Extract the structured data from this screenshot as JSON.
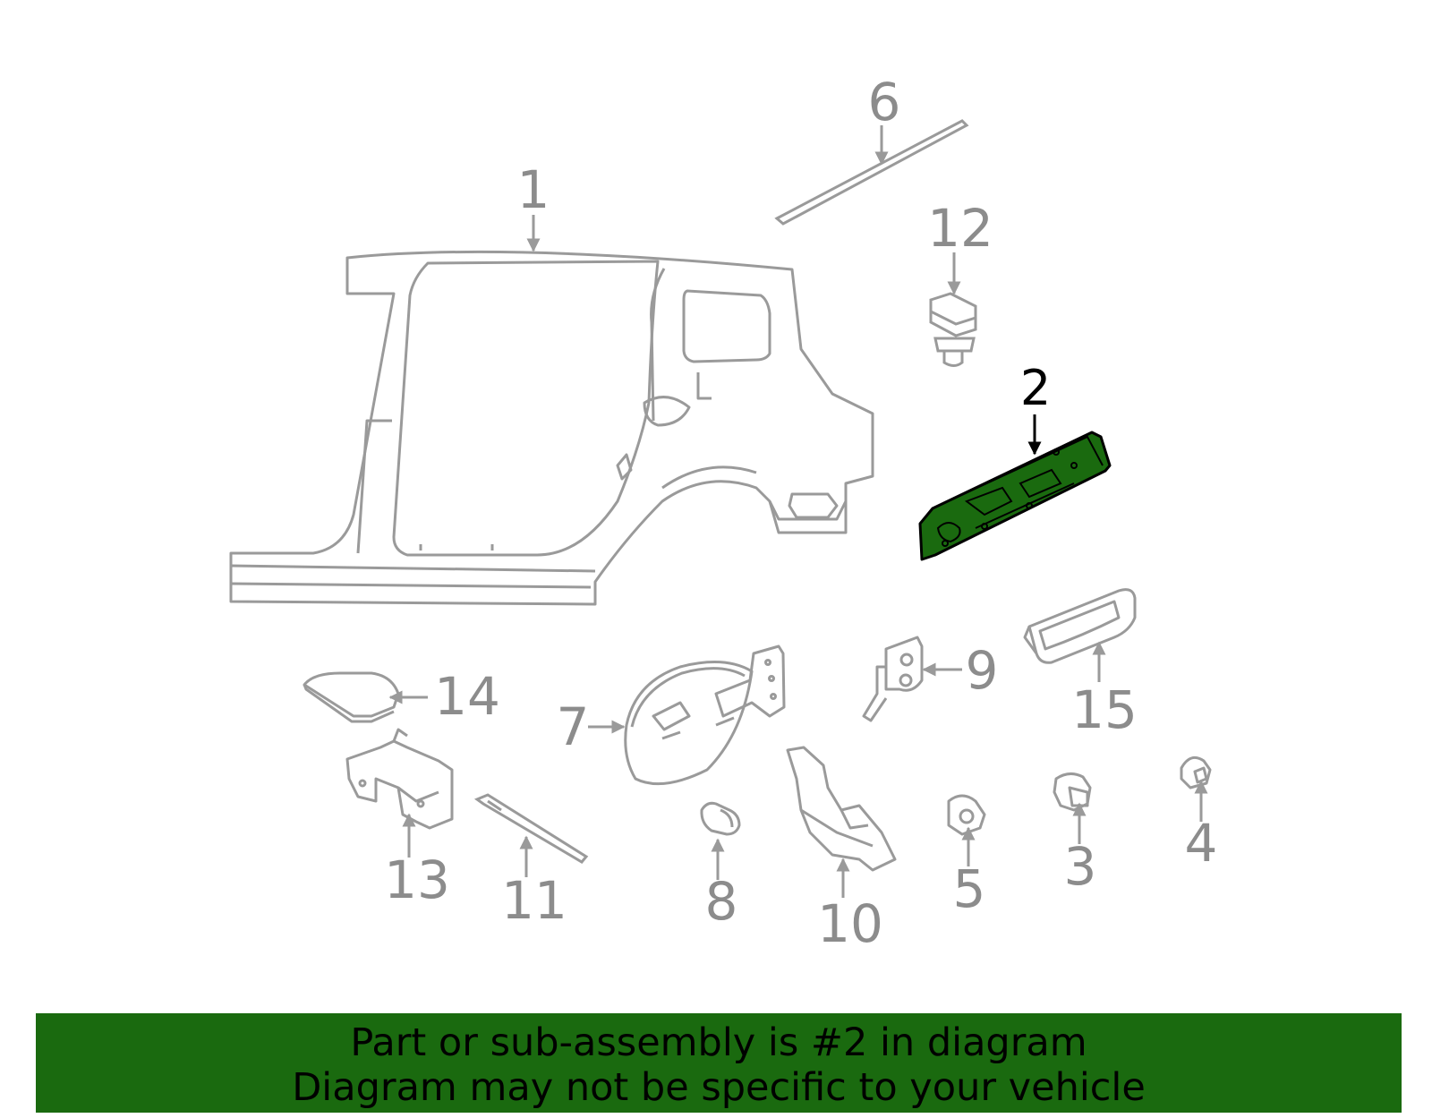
{
  "diagram": {
    "callouts": [
      "1",
      "2",
      "3",
      "4",
      "5",
      "6",
      "7",
      "8",
      "9",
      "10",
      "11",
      "12",
      "13",
      "14",
      "15"
    ],
    "highlighted_part": "2",
    "colors": {
      "part_outline": "#9a9a9a",
      "highlight_fill": "#1a6a0f",
      "highlight_outline": "#000000",
      "banner_bg": "#1a6a0f"
    }
  },
  "banner": {
    "line1": "Part or sub-assembly is #2 in diagram",
    "line2": "Diagram may not be specific to your vehicle"
  }
}
